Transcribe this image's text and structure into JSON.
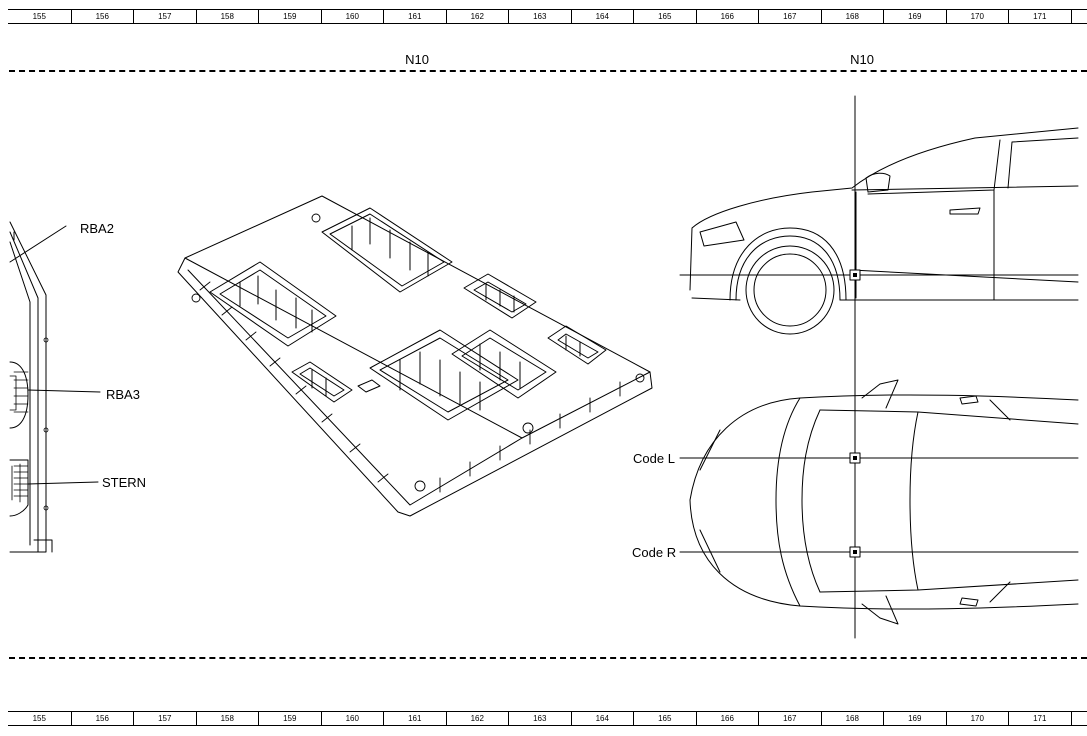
{
  "ruler": {
    "numbers": [
      "155",
      "156",
      "157",
      "158",
      "159",
      "160",
      "161",
      "162",
      "163",
      "164",
      "165",
      "166",
      "167",
      "168",
      "169",
      "170",
      "171",
      ""
    ]
  },
  "sections": {
    "left_title": "N10",
    "right_title": "N10"
  },
  "labels": {
    "rba2": "RBA2",
    "rba3": "RBA3",
    "stern": "STERN",
    "code_l": "Code L",
    "code_r": "Code R"
  }
}
